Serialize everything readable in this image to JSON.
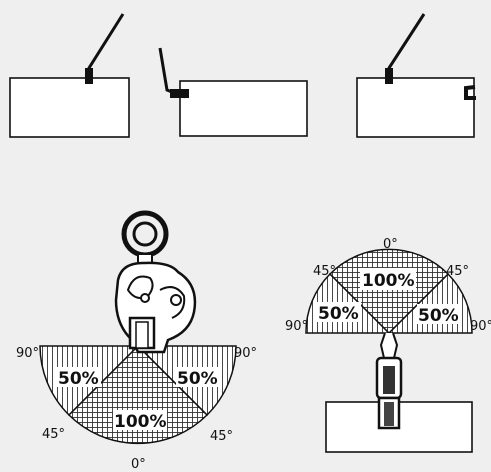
{
  "top_row": {
    "panels": [
      {
        "hook": "top-hook"
      },
      {
        "hook": "side-hook-left"
      },
      {
        "hook": "top-and-right-hook"
      }
    ]
  },
  "lower_left": {
    "top_left_angle": "90°",
    "top_right_angle": "90°",
    "bottom_left_angle": "45°",
    "bottom_right_angle": "45°",
    "bottom_angle": "0°",
    "left_pct": "50%",
    "right_pct": "50%",
    "center_pct": "100%"
  },
  "lower_right": {
    "top_angle": "0°",
    "upper_left_angle": "45°",
    "upper_right_angle": "45°",
    "left_angle": "90°",
    "right_angle": "90°",
    "left_pct": "50%",
    "right_pct": "50%",
    "center_pct": "100%"
  }
}
